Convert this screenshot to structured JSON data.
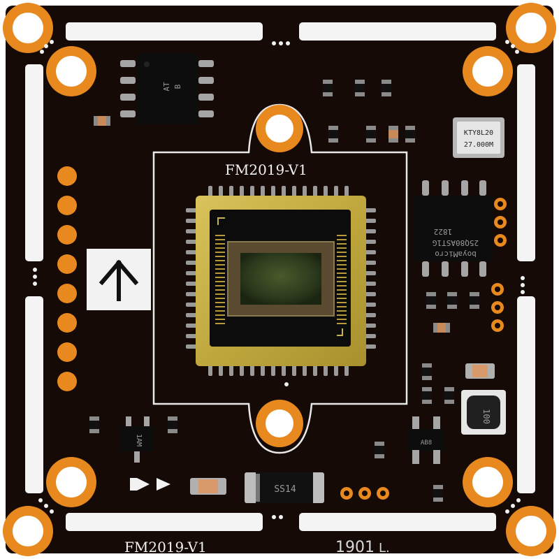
{
  "board": {
    "model_top": "FM2019-V1",
    "model_bottom": "FM2019-V1",
    "date_code": "1901",
    "mark_suffix": "L."
  },
  "components": {
    "eeprom_top_left": {
      "line1": "AT",
      "line2": "B"
    },
    "crystal": {
      "line1": "KTY8L20",
      "line2": "27.000M"
    },
    "flash_right": {
      "line1": "1822",
      "line2": "25Q80AST1G",
      "line3": "boyaMicro"
    },
    "diode": {
      "label": "SS14"
    },
    "inductor": {
      "label": "100"
    },
    "regulator": {
      "label": "AB8"
    },
    "transistor_left": {
      "label": "1AM"
    }
  },
  "colors": {
    "pcb": "#150a06",
    "copper": "#e8891f",
    "silkscreen": "#f2f2f2",
    "sensor_gold": "#c9b34a",
    "sensor_glass": "#2b3a1c",
    "background": "#ffffff"
  }
}
